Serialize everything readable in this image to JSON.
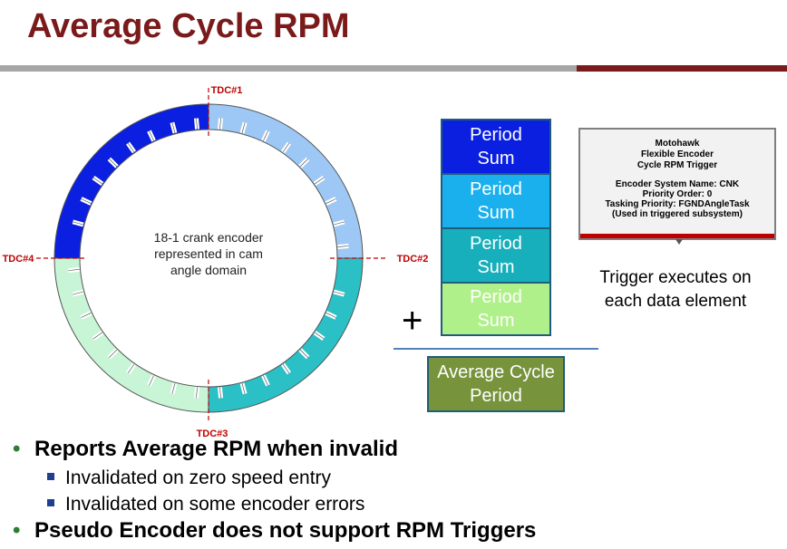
{
  "title": "Average Cycle RPM",
  "colors": {
    "title": "#7a1a1a",
    "seg1": "#0a1fe0",
    "seg2": "#9dc8f5",
    "seg3": "#2bbfc6",
    "seg4": "#c7f5d6",
    "tdc_label": "#c00000"
  },
  "wheel": {
    "tdc_labels": [
      "TDC#1",
      "TDC#2",
      "TDC#3",
      "TDC#4"
    ],
    "center_text": [
      "18-1 crank encoder",
      "represented in cam",
      "angle domain"
    ]
  },
  "stack": [
    {
      "label": "Period\nSum",
      "color": "#0a1fe0"
    },
    {
      "label": "Period\nSum",
      "color": "#1ab0ee"
    },
    {
      "label": "Period\nSum",
      "color": "#17afbb"
    },
    {
      "label": "Period\nSum",
      "color": "#b0f08a"
    }
  ],
  "plus": "+",
  "average": {
    "label": "Average Cycle\nPeriod",
    "color": "#77933c"
  },
  "block": {
    "title": "Motohawk\nFlexible Encoder\nCycle RPM Trigger",
    "info": "Encoder System Name: CNK\nPriority Order: 0\nTasking Priority: FGNDAngleTask\n(Used in triggered subsystem)"
  },
  "trigger_note": "Trigger executes on\neach data element",
  "bullets": {
    "b1": "Reports Average RPM when invalid",
    "s1": "Invalidated on zero speed entry",
    "s2": "Invalidated on some encoder errors",
    "b2": "Pseudo Encoder does not support RPM Triggers",
    "bullet_char": "•"
  }
}
